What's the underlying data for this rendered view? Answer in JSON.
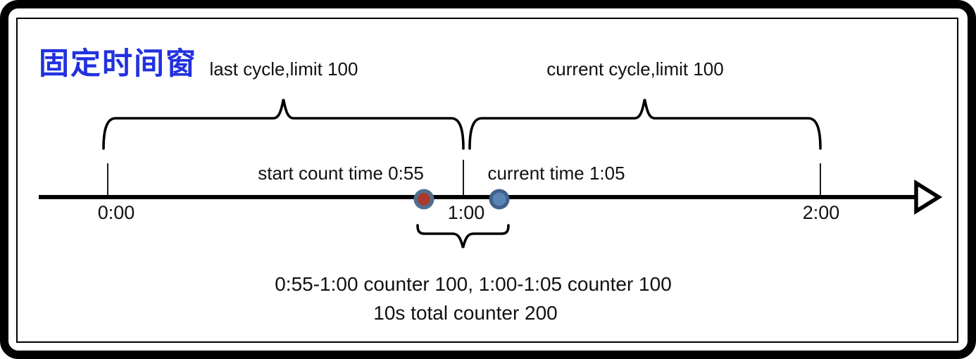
{
  "title": "固定时间窗",
  "colors": {
    "title": "#2231DF",
    "line": "#000000",
    "start_dot_fill": "#A93A30",
    "start_dot_ring": "#51708F",
    "current_dot_fill": "#5B85B5",
    "current_dot_ring": "#40618C"
  },
  "timeline": {
    "cycles": [
      {
        "label": "last cycle,limit 100"
      },
      {
        "label": "current cycle,limit 100"
      }
    ],
    "markers": [
      {
        "label": "start count time 0:55"
      },
      {
        "label": "current time 1:05"
      }
    ],
    "ticks": [
      {
        "label": "0:00"
      },
      {
        "label": "1:00"
      },
      {
        "label": "2:00"
      }
    ]
  },
  "summary": {
    "line1": "0:55-1:00 counter 100, 1:00-1:05 counter 100",
    "line2": "10s total counter 200"
  }
}
